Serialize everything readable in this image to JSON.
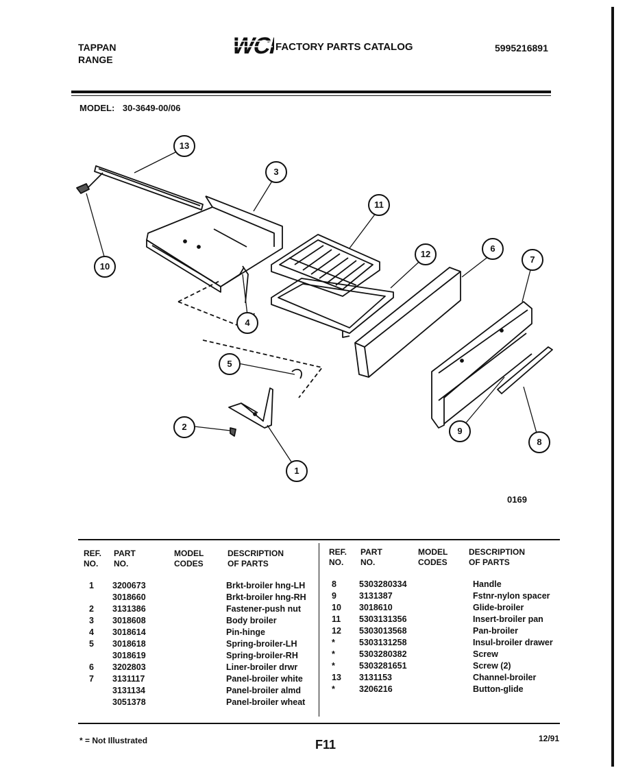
{
  "header": {
    "brand_line1": "TAPPAN",
    "brand_line2": "RANGE",
    "logo_text": "WCI",
    "catalog_title": "FACTORY PARTS CATALOG",
    "catalog_number": "5995216891"
  },
  "model": {
    "label": "MODEL:",
    "value": "30-3649-00/06"
  },
  "diagram": {
    "figure_number": "0169",
    "callouts": [
      "13",
      "3",
      "11",
      "12",
      "6",
      "7",
      "10",
      "4",
      "5",
      "2",
      "1",
      "9",
      "8"
    ]
  },
  "table": {
    "headers": {
      "ref_no": [
        "REF.",
        "NO."
      ],
      "part_no": [
        "PART",
        "NO."
      ],
      "model_codes": [
        "MODEL",
        "CODES"
      ],
      "description": [
        "DESCRIPTION",
        "OF PARTS"
      ]
    },
    "left_rows": [
      {
        "ref": "1",
        "part": "3200673",
        "desc": "Brkt-broiler hng-LH"
      },
      {
        "ref": "",
        "part": "3018660",
        "desc": "Brkt-broiler hng-RH"
      },
      {
        "ref": "2",
        "part": "3131386",
        "desc": "Fastener-push nut"
      },
      {
        "ref": "3",
        "part": "3018608",
        "desc": "Body broiler"
      },
      {
        "ref": "4",
        "part": "3018614",
        "desc": "Pin-hinge"
      },
      {
        "ref": "5",
        "part": "3018618",
        "desc": "Spring-broiler-LH"
      },
      {
        "ref": "",
        "part": "3018619",
        "desc": "Spring-broiler-RH"
      },
      {
        "ref": "6",
        "part": "3202803",
        "desc": "Liner-broiler drwr"
      },
      {
        "ref": "7",
        "part": "3131117",
        "desc": "Panel-broiler white"
      },
      {
        "ref": "",
        "part": "3131134",
        "desc": "Panel-broiler almd"
      },
      {
        "ref": "",
        "part": "3051378",
        "desc": "Panel-broiler wheat"
      }
    ],
    "right_rows": [
      {
        "ref": "8",
        "part": "5303280334",
        "desc": "Handle"
      },
      {
        "ref": "9",
        "part": "3131387",
        "desc": "Fstnr-nylon spacer"
      },
      {
        "ref": "10",
        "part": "3018610",
        "desc": "Glide-broiler"
      },
      {
        "ref": "11",
        "part": "5303131356",
        "desc": "Insert-broiler pan"
      },
      {
        "ref": "12",
        "part": "5303013568",
        "desc": "Pan-broiler"
      },
      {
        "ref": "*",
        "part": "5303131258",
        "desc": "Insul-broiler drawer"
      },
      {
        "ref": "*",
        "part": "5303280382",
        "desc": "Screw"
      },
      {
        "ref": "*",
        "part": "5303281651",
        "desc": "Screw (2)"
      },
      {
        "ref": "13",
        "part": "3131153",
        "desc": "Channel-broiler"
      },
      {
        "ref": "*",
        "part": "3206216",
        "desc": "Button-glide"
      }
    ]
  },
  "footer": {
    "note": "* = Not Illustrated",
    "page_id": "F11",
    "date": "12/91"
  }
}
